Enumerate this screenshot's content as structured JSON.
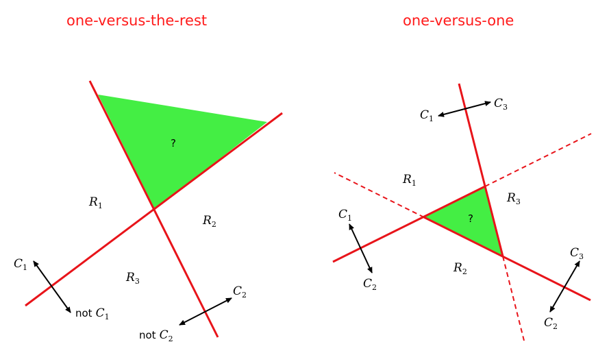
{
  "titles": {
    "left": "one-versus-the-rest",
    "right": "one-versus-one"
  },
  "left_panel": {
    "question": "?",
    "regions": [
      {
        "letter": "R",
        "sub": "1"
      },
      {
        "letter": "R",
        "sub": "2"
      },
      {
        "letter": "R",
        "sub": "3"
      }
    ],
    "arrow_c1": {
      "top": {
        "letter": "C",
        "sub": "1"
      },
      "bottom": {
        "prefix": "not",
        "letter": "C",
        "sub": "1"
      }
    },
    "arrow_c2": {
      "top": {
        "letter": "C",
        "sub": "2"
      },
      "bottom": {
        "prefix": "not",
        "letter": "C",
        "sub": "2"
      }
    }
  },
  "right_panel": {
    "question": "?",
    "regions": [
      {
        "letter": "R",
        "sub": "1"
      },
      {
        "letter": "R",
        "sub": "2"
      },
      {
        "letter": "R",
        "sub": "3"
      }
    ],
    "arrow_c1c3": {
      "left": {
        "letter": "C",
        "sub": "1"
      },
      "right": {
        "letter": "C",
        "sub": "3"
      }
    },
    "arrow_c1c2": {
      "top": {
        "letter": "C",
        "sub": "1"
      },
      "bottom": {
        "letter": "C",
        "sub": "2"
      }
    },
    "arrow_c3c2": {
      "top": {
        "letter": "C",
        "sub": "3"
      },
      "bottom": {
        "letter": "C",
        "sub": "2"
      }
    }
  },
  "colors": {
    "title": "#ff1a1a",
    "boundary": "#e8141a",
    "ambiguous_fill": "#44ee44",
    "arrow": "#000000"
  }
}
